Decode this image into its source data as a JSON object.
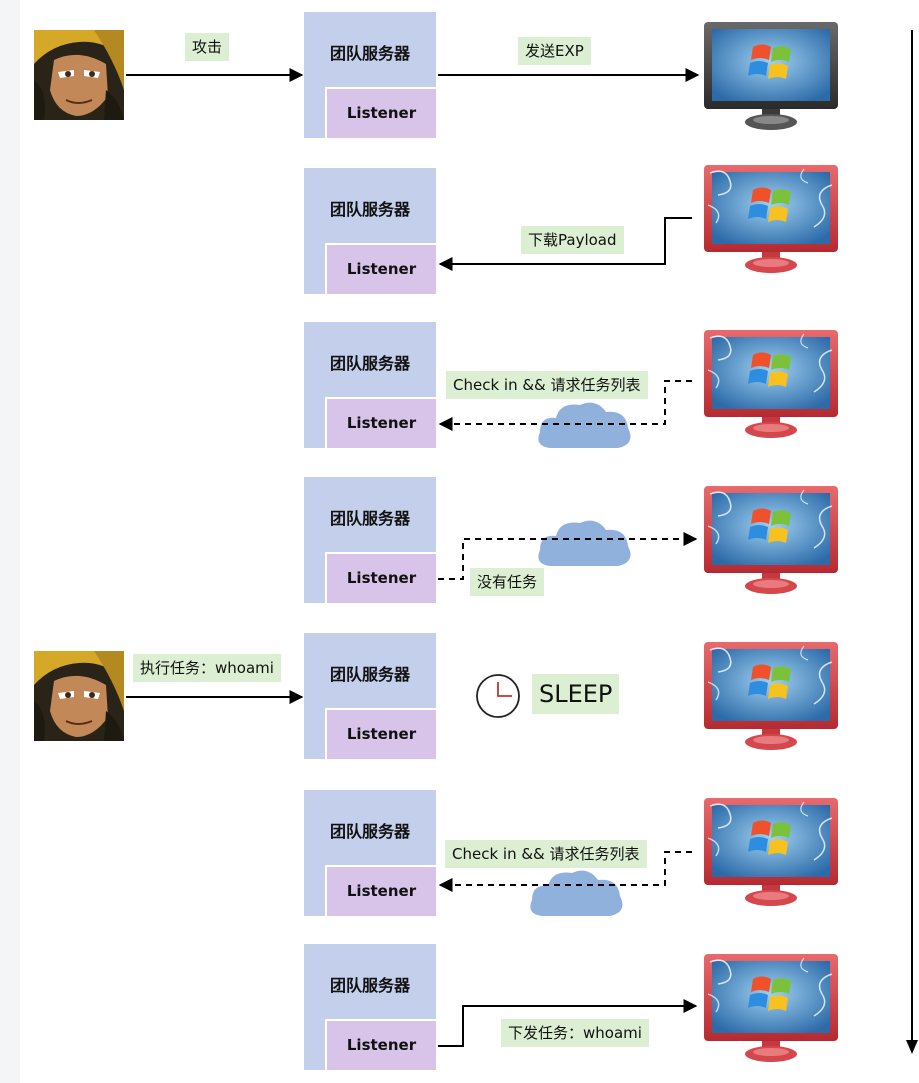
{
  "server": {
    "title": "团队服务器",
    "listener": "Listener"
  },
  "labels": {
    "attack": "攻击",
    "send_exp": "发送EXP",
    "download_payload": "下载Payload",
    "checkin_1": "Check in && 请求任务列表",
    "no_task": "没有任务",
    "exec_task": "执行任务：whoami",
    "sleep": "SLEEP",
    "checkin_2": "Check in && 请求任务列表",
    "dispatch_task": "下发任务：whoami"
  },
  "colors": {
    "server_bg": "#c4cfec",
    "listener_bg": "#d8c4e8",
    "label_bg": "#dcefd3",
    "cloud": "#8fb1dc",
    "monitor_red": "#d8444a",
    "monitor_gray": "#4a4a4a"
  },
  "icons": [
    "attacker-avatar-icon",
    "windows-monitor-icon",
    "cloud-icon",
    "clock-icon"
  ]
}
